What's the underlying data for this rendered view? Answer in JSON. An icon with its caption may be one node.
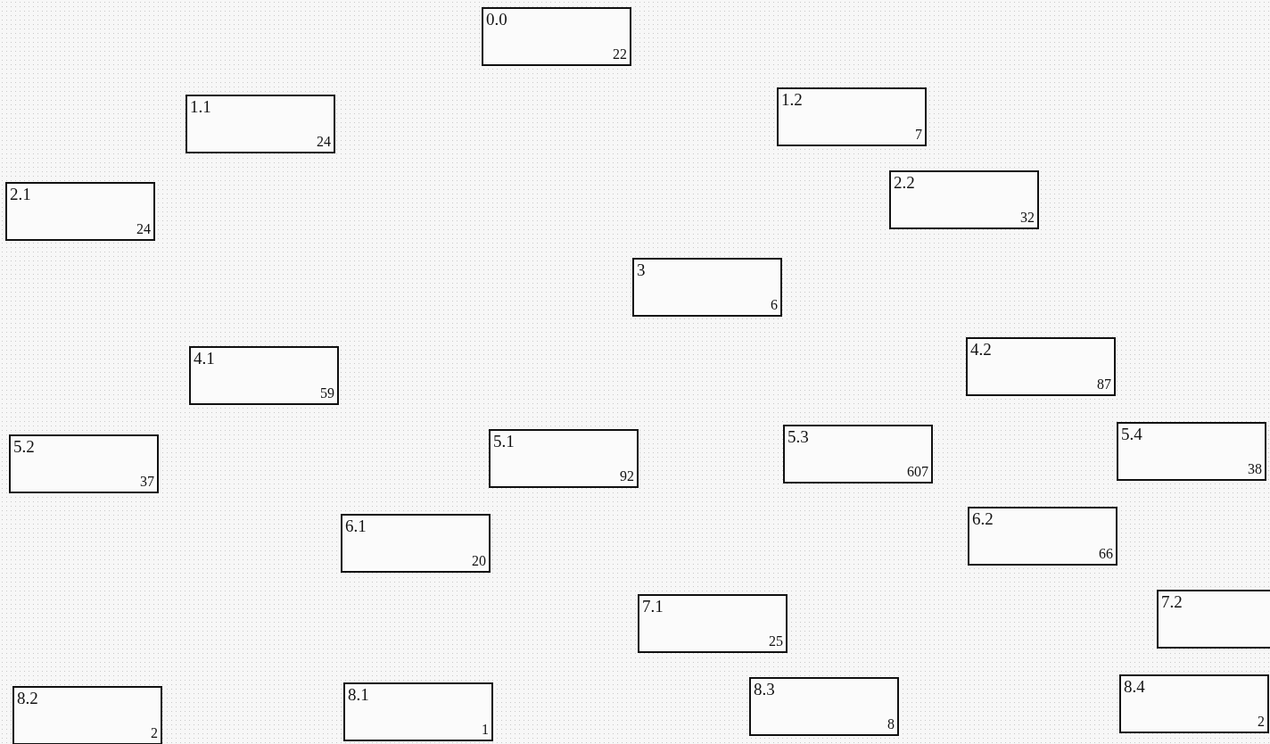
{
  "diagram": {
    "nodes": [
      {
        "text": [
          "0.0",
          "22"
        ]
      },
      {
        "text": [
          "1.1",
          "24"
        ]
      },
      {
        "text": [
          "1.2",
          "7"
        ]
      },
      {
        "text": [
          "2.1",
          "24"
        ]
      },
      {
        "text": [
          "2.2",
          "32"
        ]
      },
      {
        "text": [
          "3",
          "6"
        ]
      },
      {
        "text": [
          "4.1",
          "59"
        ]
      },
      {
        "text": [
          "4.2",
          "87"
        ]
      },
      {
        "text": [
          "5.2",
          "37"
        ]
      },
      {
        "text": [
          "5.1",
          "92"
        ]
      },
      {
        "text": [
          "5.3",
          "607"
        ]
      },
      {
        "text": [
          "5.4",
          "38"
        ]
      },
      {
        "text": [
          "6.1",
          "20"
        ]
      },
      {
        "text": [
          "6.2",
          "66"
        ]
      },
      {
        "text": [
          "7.1",
          "25"
        ]
      },
      {
        "text": [
          "7.2"
        ]
      },
      {
        "text": [
          "8.2",
          "2"
        ]
      },
      {
        "text": [
          "8.1",
          "1"
        ]
      },
      {
        "text": [
          "8.3",
          "8"
        ]
      },
      {
        "text": [
          "8.4",
          "2"
        ]
      }
    ]
  }
}
